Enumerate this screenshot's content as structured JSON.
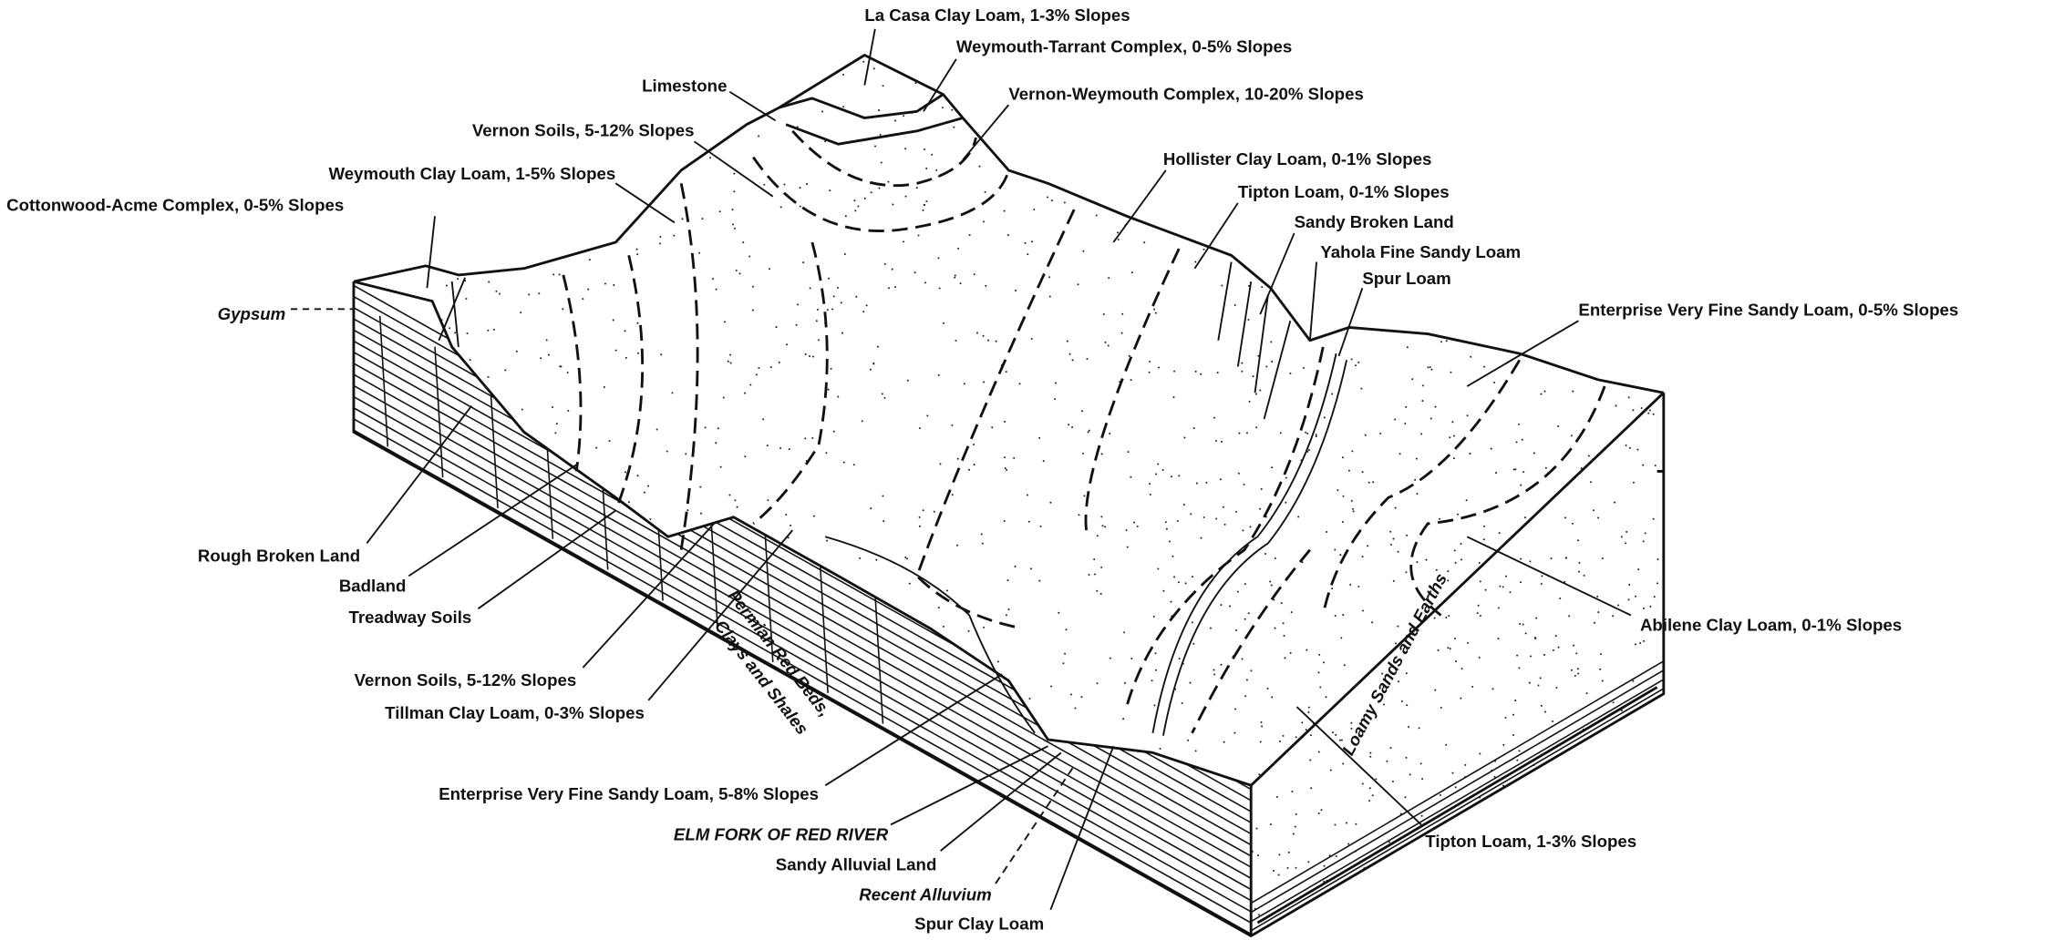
{
  "labels": {
    "la_casa": "La Casa Clay Loam, 1-3% Slopes",
    "weymouth_tarrant": "Weymouth-Tarrant Complex, 0-5% Slopes",
    "limestone": "Limestone",
    "vernon_weymouth": "Vernon-Weymouth Complex, 10-20% Slopes",
    "vernon_upper": "Vernon Soils, 5-12% Slopes",
    "hollister": "Hollister Clay Loam, 0-1% Slopes",
    "weymouth_clay": "Weymouth Clay Loam, 1-5% Slopes",
    "tipton_flat": "Tipton Loam, 0-1% Slopes",
    "cottonwood": "Cottonwood-Acme Complex, 0-5% Slopes",
    "sandy_broken": "Sandy Broken Land",
    "yahola": "Yahola Fine Sandy Loam",
    "spur_loam": "Spur Loam",
    "enterprise_upper": "Enterprise Very Fine Sandy Loam, 0-5% Slopes",
    "gypsum": "Gypsum",
    "rough_broken": "Rough Broken Land",
    "badland": "Badland",
    "treadway": "Treadway Soils",
    "vernon_lower": "Vernon Soils, 5-12% Slopes",
    "tillman": "Tillman Clay Loam, 0-3% Slopes",
    "abilene": "Abilene Clay Loam, 0-1% Slopes",
    "enterprise_lower": "Enterprise Very Fine Sandy Loam, 5-8% Slopes",
    "elm_fork": "ELM FORK OF RED RIVER",
    "sandy_alluvial": "Sandy Alluvial Land",
    "recent_alluvium": "Recent Alluvium",
    "spur_clay": "Spur Clay Loam",
    "tipton_slope": "Tipton Loam, 1-3% Slopes",
    "permian_1": "Permian Red Beds,",
    "permian_2": "Clays and Shales",
    "loamy": "Loamy Sands and Earths"
  }
}
